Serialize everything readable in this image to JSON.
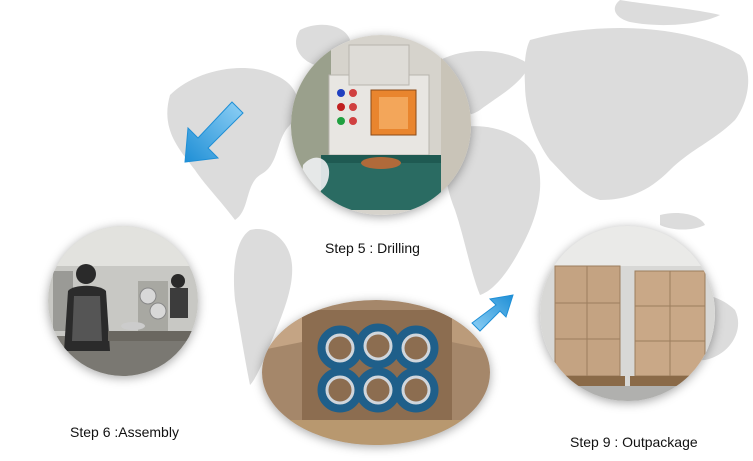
{
  "steps": [
    {
      "label": "Step 5 : Drilling"
    },
    {
      "label": "Step 6 :Assembly"
    },
    {
      "label": "Step 9 : Outpackage"
    }
  ],
  "colors": {
    "map": "#dcdcdc",
    "arrow_light": "#8fd0f5",
    "arrow_dark": "#1f8fd6",
    "text": "#111111"
  },
  "icons": {
    "arrow_down_left": "arrow-down-left-icon",
    "arrow_up_right": "arrow-up-right-icon"
  }
}
